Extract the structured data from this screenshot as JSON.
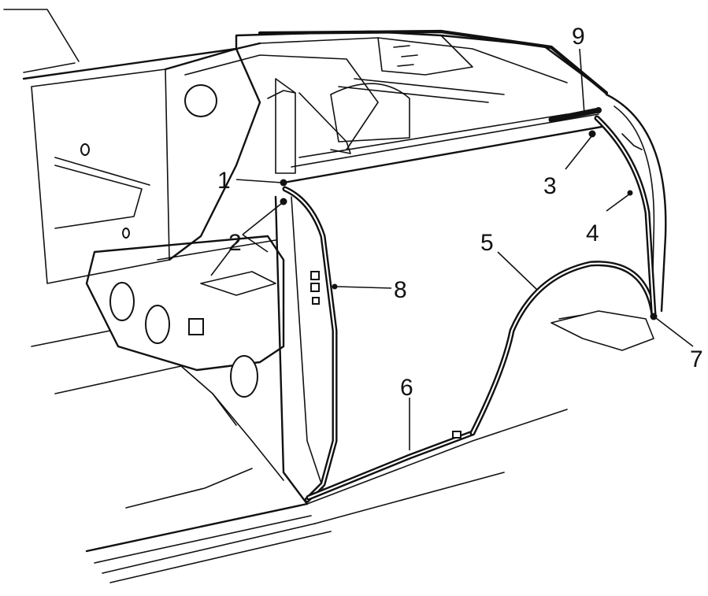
{
  "colors": {
    "ink": "#111111",
    "paper": "#ffffff"
  },
  "callouts": [
    {
      "id": "1",
      "label": "1"
    },
    {
      "id": "2",
      "label": "2"
    },
    {
      "id": "3",
      "label": "3"
    },
    {
      "id": "4",
      "label": "4"
    },
    {
      "id": "5",
      "label": "5"
    },
    {
      "id": "6",
      "label": "6"
    },
    {
      "id": "7",
      "label": "7"
    },
    {
      "id": "8",
      "label": "8"
    },
    {
      "id": "9",
      "label": "9"
    }
  ]
}
